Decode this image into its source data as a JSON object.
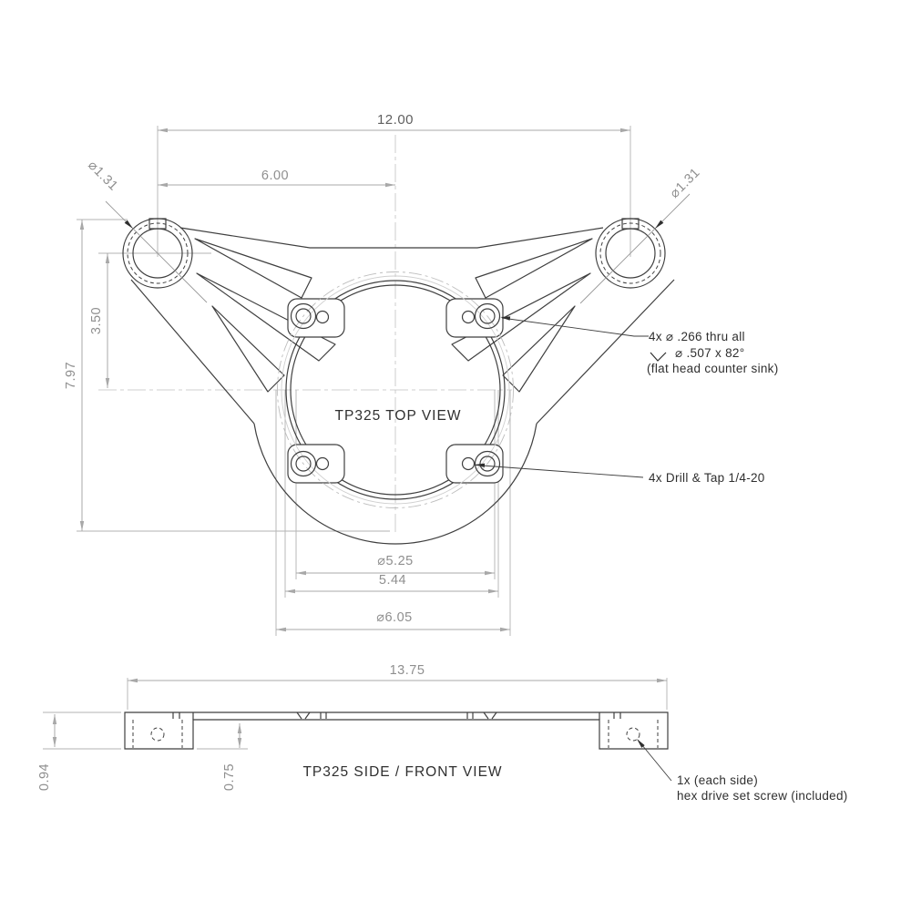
{
  "top_view": {
    "title": "TP325 TOP VIEW",
    "dimensions": {
      "overall_width": "12.00",
      "half_width": "6.00",
      "left_hole_diameter": "⌀1.31",
      "right_hole_diameter": "⌀1.31",
      "overall_height": "7.97",
      "hole_to_center_height": "3.50",
      "inner_bolt_circle": "⌀5.25",
      "middle_width": "5.44",
      "outer_bolt_circle": "⌀6.05"
    },
    "notes": {
      "countersink_line1": "4x ⌀ .266 thru all",
      "countersink_line2": "⌀ .507 x 82°",
      "countersink_line3": "(flat head counter sink)",
      "tapped_holes": "4x Drill & Tap 1/4-20"
    }
  },
  "side_view": {
    "title": "TP325 SIDE / FRONT VIEW",
    "dimensions": {
      "overall_length": "13.75",
      "overall_height": "0.94",
      "boss_height": "0.75"
    },
    "note_line1": "1x (each side)",
    "note_line2": "hex drive set screw (included)"
  },
  "colors": {
    "background": "#ffffff",
    "part_outline": "#3f3f3f",
    "dimension_line": "#a8a8a8",
    "dimension_text": "#8f8f8f",
    "primary_dimension_text": "#5f5f5f",
    "note_text": "#2f2f2f",
    "centerline": "#c0c0c0"
  }
}
